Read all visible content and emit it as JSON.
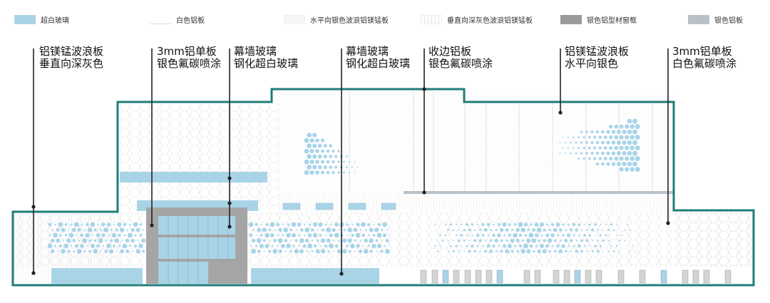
{
  "legend": [
    {
      "label": "超白玻璃",
      "color": "#a9d4e8"
    },
    {
      "label": "白色铝板",
      "color": "#ffffff"
    },
    {
      "label": "水平向银色波浪铝镁锰板",
      "color": "#f6f6f6"
    },
    {
      "label": "垂直向深灰色波浪铝镁锰板",
      "color": "#f2f2f2"
    },
    {
      "label": "银色铝型材窗框",
      "color": "#9a9a9a"
    },
    {
      "label": "银色铝板",
      "color": "#b9c1c8"
    }
  ],
  "annotations": [
    {
      "line1": "铝镁锰波浪板",
      "line2": "垂直向深灰色"
    },
    {
      "line1": "3mm铝单板",
      "line2": "银色氟碳喷涂"
    },
    {
      "line1": "幕墙玻璃",
      "line2": "钢化超白玻璃"
    },
    {
      "line1": "幕墙玻璃",
      "line2": "钢化超白玻璃"
    },
    {
      "line1": "收边铝板",
      "line2": "银色氟碳喷涂"
    },
    {
      "line1": "铝镁锰波浪板",
      "line2": "水平向银色"
    },
    {
      "line1": "3mm铝单板",
      "line2": "白色氟碳喷涂"
    }
  ],
  "colors": {
    "outline": "#1f7d79",
    "glass": "#a9d4e8",
    "frame": "#a5a5a5",
    "leader": "#222222"
  }
}
